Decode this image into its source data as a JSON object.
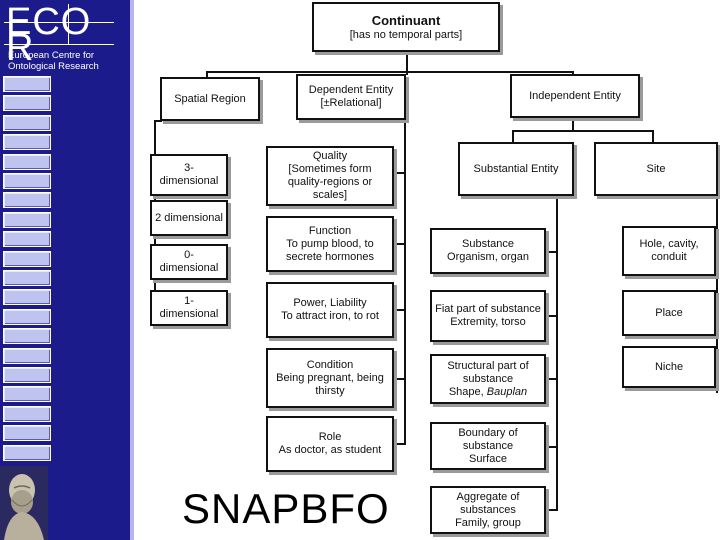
{
  "sidebar": {
    "logo": "ECO R",
    "logo_line1": "ECO",
    "logo_line2": "R",
    "org_name": "European Centre for Ontological Research",
    "button_count": 20
  },
  "diagram": {
    "root": {
      "title": "Continuant",
      "subtitle": "[has no temporal parts]"
    },
    "level1": {
      "spatial_region": "Spatial Region",
      "dependent_entity": "Dependent Entity",
      "dependent_entity_note": "[±Relational]",
      "independent_entity": "Independent Entity"
    },
    "spatial": {
      "d3": "3-dimensional",
      "d2": "2 dimensional",
      "d0": "0-dimensional",
      "d1": "1-dimensional"
    },
    "dependent": {
      "quality": "Quality",
      "quality_note": "[Sometimes form quality-regions or scales]",
      "function": "Function",
      "function_example": "To pump blood, to secrete hormones",
      "power": "Power, Liability",
      "power_example": "To attract iron, to rot",
      "condition": "Condition",
      "condition_example": "Being pregnant, being thirsty",
      "role": "Role",
      "role_example": "As doctor, as student"
    },
    "independent": {
      "substantial_entity": "Substantial Entity",
      "site": "Site"
    },
    "substantial": {
      "substance": "Substance",
      "substance_example": "Organism, organ",
      "fiat_part": "Fiat part of substance",
      "fiat_part_example": "Extremity, torso",
      "structural_part": "Structural part of substance",
      "structural_part_example_1": "Shape, ",
      "structural_part_example_2": "Bauplan",
      "boundary": "Boundary of substance",
      "boundary_example": "Surface",
      "aggregate": "Aggregate of substances",
      "aggregate_example": "Family, group"
    },
    "site": {
      "hole": "Hole, cavity, conduit",
      "place": "Place",
      "niche": "Niche"
    }
  },
  "footer_label": "SNAPBFO",
  "colors": {
    "sidebar": "#1c1b8c",
    "sidebar_stripe": "#b9b6e6",
    "box_border": "#111111",
    "box_shadow": "#9a9a9a"
  }
}
